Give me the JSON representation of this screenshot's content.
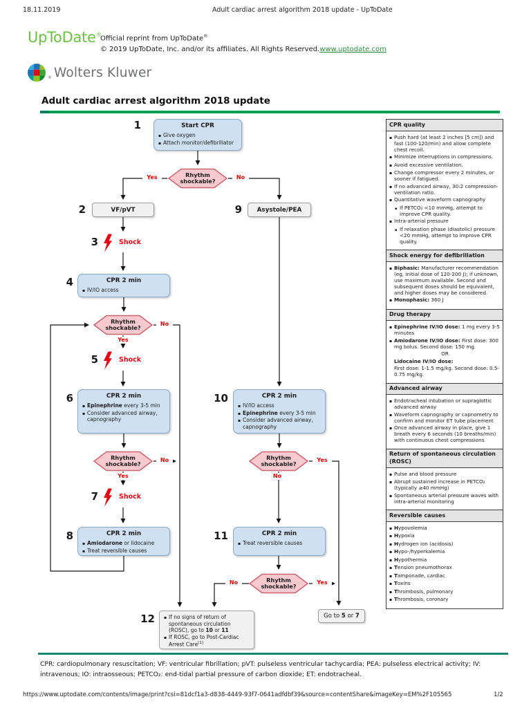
{
  "header": {
    "date": "18.11.2019",
    "title": "Adult cardiac arrest algorithm 2018 update - UpToDate"
  },
  "branding": {
    "logo_text": "UpToDate",
    "reg": "®",
    "reprint_line": "Official reprint from UpToDate",
    "copyright_line": "© 2019 UpToDate, Inc. and/or its affiliates. All Rights Reserved.",
    "site_link": "www.uptodate.com",
    "wk_name": "Wolters Kluwer"
  },
  "colors": {
    "brand_green": "#6cbf47",
    "rule_green": "#00a151",
    "alert_red": "#d50000",
    "box_blue": "#cfe0f2",
    "hex_pink": "#f8c9ce"
  },
  "doc_title": "Adult cardiac arrest algorithm 2018 update",
  "flow": {
    "decision": {
      "line1": "Rhythm",
      "line2": "shockable?"
    },
    "yes": "Yes",
    "no": "No",
    "shock": "Shock",
    "n1": {
      "num": "1",
      "title": "Start CPR",
      "b1": "Give oxygen",
      "b2": "Attach monitor/defibrillator"
    },
    "n2": {
      "num": "2",
      "label": "VF/pVT"
    },
    "n3": {
      "num": "3"
    },
    "n4": {
      "num": "4",
      "title": "CPR 2 min",
      "b1": "IV/IO access"
    },
    "n5": {
      "num": "5"
    },
    "n6": {
      "num": "6",
      "title": "CPR 2 min",
      "b1b": "Epinephrine",
      "b1t": " every 3-5 min",
      "b2": "Consider advanced airway, capnography"
    },
    "n7": {
      "num": "7"
    },
    "n8": {
      "num": "8",
      "title": "CPR 2 min",
      "b1b": "Amiodarone",
      "b1t": " or lidocaine",
      "b2": "Treat reversible causes"
    },
    "n9": {
      "num": "9",
      "label": "Asystole/PEA"
    },
    "n10": {
      "num": "10",
      "title": "CPR 2 min",
      "b1": "IV/IO access",
      "b2b": "Epinephrine",
      "b2t": " every 3-5 min",
      "b3": "Consider advanced airway, capnography"
    },
    "n11": {
      "num": "11",
      "title": "CPR 2 min",
      "b1": "Treat reversible causes"
    },
    "n12": {
      "num": "12",
      "b1_pre": "If no signs of return of spontaneous circulation (ROSC), go to ",
      "b1_bold1": "10",
      "b1_mid": " or ",
      "b1_bold2": "11",
      "b2_pre": "If ROSC, go to Post-Cardiac Arrest Care",
      "b2_sup": "[1]"
    },
    "goto": {
      "pre": "Go to ",
      "b1": "5",
      "mid": " or ",
      "b2": "7"
    }
  },
  "sidebar": {
    "s1": {
      "title": "CPR quality",
      "items": [
        {
          "type": "b1",
          "t": "Push hard (at least 2 inches [5 cm]) and fast (100-120/min) and allow complete chest recoil."
        },
        {
          "type": "b1",
          "t": "Minimize interruptions in compressions."
        },
        {
          "type": "b1",
          "t": "Avoid excessive ventilation."
        },
        {
          "type": "b1",
          "t": "Change compressor every 2 minutes, or sooner if fatigued."
        },
        {
          "type": "b1",
          "t": "If no advanced airway, 30:2 compression-ventilation ratio."
        },
        {
          "type": "b1",
          "t": "Quantitative waveform capnography"
        },
        {
          "type": "b2",
          "t": "If PETCO₂ <10 mmHg, attempt to improve CPR quality."
        },
        {
          "type": "b1",
          "t": "Intra-arterial pressure"
        },
        {
          "type": "b2",
          "t": "If relaxation phase (diastolic) pressure <20 mmHg, attempt to improve CPR quality."
        }
      ]
    },
    "s2": {
      "title": "Shock energy for defibrillation",
      "items": [
        {
          "type": "b1",
          "b": "Biphasic:",
          "t": " Manufacturer recommendation (eg, initial dose of 120-200 J); if unknown, use maximum available. Second and subsequent doses should be equivalent, and higher doses may be considered."
        },
        {
          "type": "b1",
          "b": "Monophasic:",
          "t": " 360 J"
        }
      ]
    },
    "s3": {
      "title": "Drug therapy",
      "items": [
        {
          "type": "b1",
          "b": "Epinephrine IV/IO dose:",
          "t": " 1 mg every 3-5 minutes"
        },
        {
          "type": "b1",
          "b": "Amiodarone IV/IO dose:",
          "t": " First dose: 300 mg bolus. Second dose: 150 mg."
        },
        {
          "type": "center",
          "t": "OR"
        },
        {
          "type": "plain",
          "b": "Lidocaine IV/IO dose:"
        },
        {
          "type": "plain",
          "t": "First dose: 1-1.5 mg/kg. Second dose: 0.5-0.75 mg/kg."
        }
      ]
    },
    "s4": {
      "title": "Advanced airway",
      "items": [
        {
          "type": "b1",
          "t": "Endotracheal intubation or supraglottic advanced airway"
        },
        {
          "type": "b1",
          "t": "Waveform capnography or capnometry to confirm and monitor ET tube placement"
        },
        {
          "type": "b1",
          "t": "Once advanced airway in place, give 1 breath every 6 seconds (10 breaths/min) with continuous chest compressions"
        }
      ]
    },
    "s5": {
      "title": "Return of spontaneous circulation (ROSC)",
      "items": [
        {
          "type": "b1",
          "t": "Pulse and blood pressure"
        },
        {
          "type": "b1",
          "t": "Abrupt sustained increase in PETCO₂ (typically ≥40 mmHg)"
        },
        {
          "type": "b1",
          "t": "Spontaneous arterial pressure waves with intra-arterial monitoring"
        }
      ]
    },
    "s6": {
      "title": "Reversible causes",
      "items": [
        {
          "type": "b1",
          "b": "H",
          "t": "ypovolemia"
        },
        {
          "type": "b1",
          "b": "H",
          "t": "ypoxia"
        },
        {
          "type": "b1",
          "b": "H",
          "t": "ydrogen ion (acidosis)"
        },
        {
          "type": "b1",
          "b": "H",
          "t": "ypo-/hyperkalemia"
        },
        {
          "type": "b1",
          "b": "H",
          "t": "ypothermia"
        },
        {
          "type": "b1",
          "b": "T",
          "t": "ension pneumothorax"
        },
        {
          "type": "b1",
          "b": "T",
          "t": "amponade, cardiac"
        },
        {
          "type": "b1",
          "b": "T",
          "t": "oxins"
        },
        {
          "type": "b1",
          "b": "T",
          "t": "hrombosis, pulmonary"
        },
        {
          "type": "b1",
          "b": "T",
          "t": "hrombosis, coronary"
        }
      ]
    }
  },
  "footer": {
    "abbreviations": "CPR: cardiopulmonary resuscitation; VF: ventricular fibrillation; pVT: pulseless ventricular tachycardia; PEA: pulseless electrical activity; IV: intravenous; IO: intraosseous; PETCO₂: end-tidal partial pressure of carbon dioxide; ET: endotracheal.",
    "url": "https://www.uptodate.com/contents/image/print?csi=81dcf1a3-d838-4449-93f7-0641adfdbf39&source=contentShare&imageKey=EM%2F105565",
    "page_indicator": "1/2"
  }
}
